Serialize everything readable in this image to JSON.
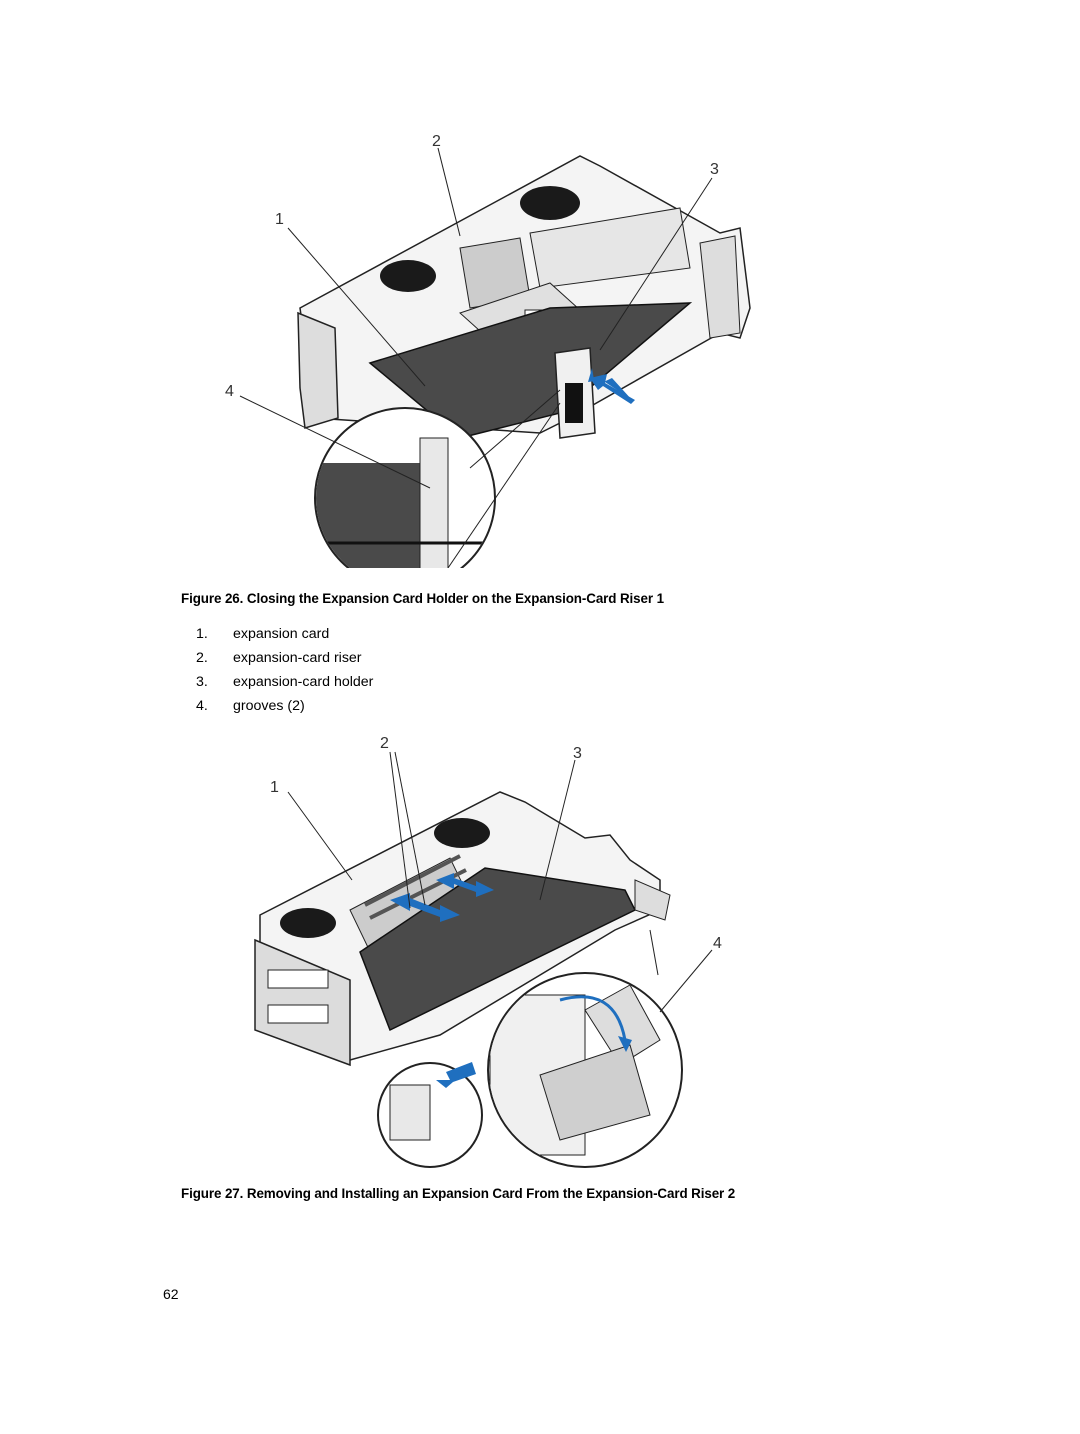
{
  "figure26": {
    "caption": "Figure 26. Closing the Expansion Card Holder on the Expansion-Card Riser 1",
    "callouts": [
      "1",
      "2",
      "3",
      "4"
    ]
  },
  "legend": [
    {
      "num": "1.",
      "label": "expansion card"
    },
    {
      "num": "2.",
      "label": "expansion-card riser"
    },
    {
      "num": "3.",
      "label": "expansion-card holder"
    },
    {
      "num": "4.",
      "label": "grooves (2)"
    }
  ],
  "figure27": {
    "caption": "Figure 27. Removing and Installing an Expansion Card From the Expansion-Card Riser 2",
    "callouts": [
      "1",
      "2",
      "3",
      "4"
    ]
  },
  "page_number": "62",
  "colors": {
    "arrow_blue": "#1f6fbf",
    "card_gray": "#4a4a4a",
    "line": "#222222"
  }
}
